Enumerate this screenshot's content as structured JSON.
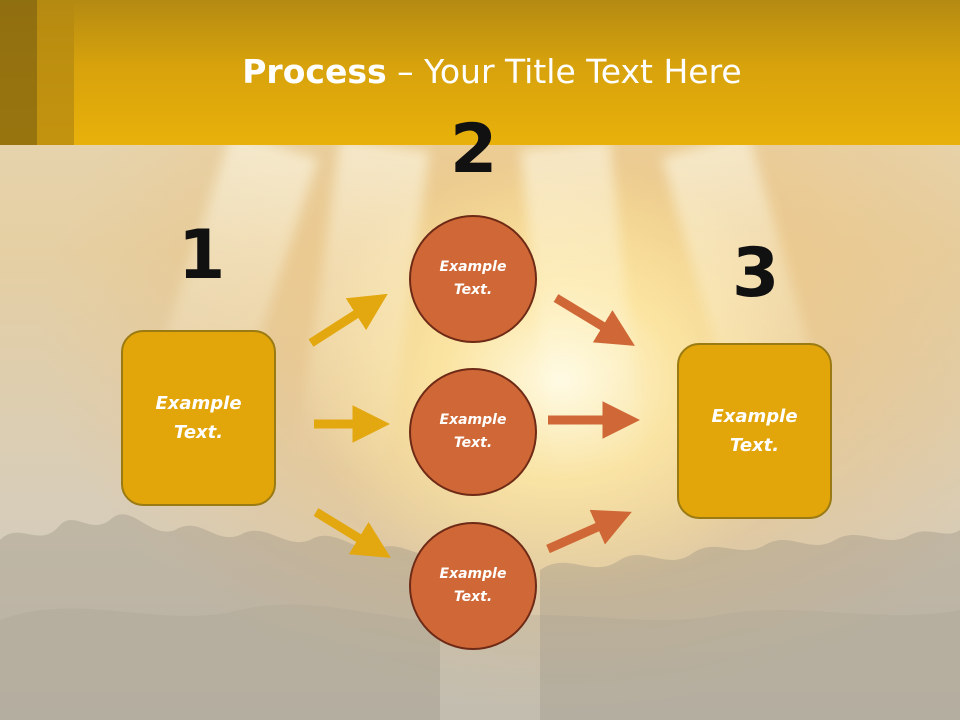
{
  "slide": {
    "title_bold": "Process",
    "title_rest": " – Your Title Text Here"
  },
  "steps": [
    {
      "number": "1",
      "text_line1": "Example",
      "text_line2": "Text."
    },
    {
      "number": "2",
      "text_line1": "Example",
      "text_line2": "Text."
    },
    {
      "number": "3",
      "text_line1": "Example",
      "text_line2": "Text."
    }
  ],
  "circles": [
    {
      "text_line1": "Example",
      "text_line2": "Text."
    },
    {
      "text_line1": "Example",
      "text_line2": "Text."
    },
    {
      "text_line1": "Example",
      "text_line2": "Text."
    }
  ],
  "colors": {
    "header": "#e9b10a",
    "box_fill": "#e2a50a",
    "circle_fill": "#cf6836",
    "arrow_left": "#e3a70f",
    "arrow_right": "#cf6836"
  }
}
